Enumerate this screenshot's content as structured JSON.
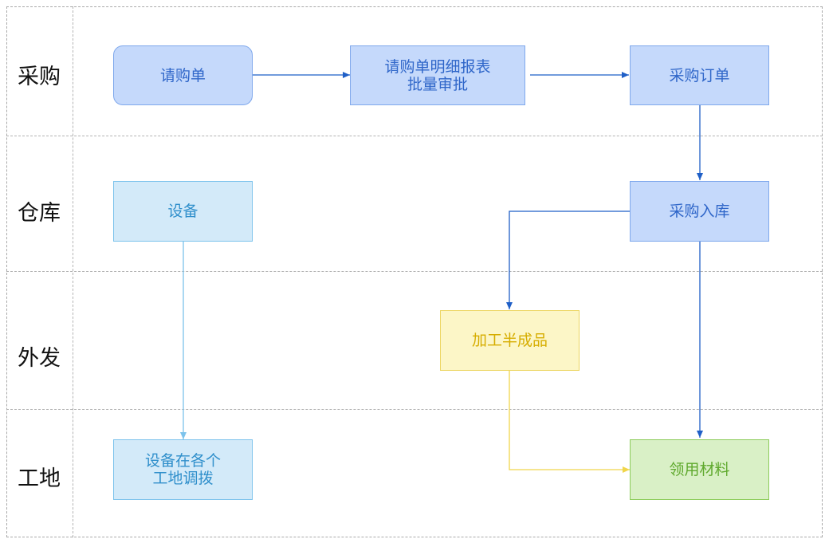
{
  "lanes": [
    {
      "label": "采购"
    },
    {
      "label": "仓库"
    },
    {
      "label": "外发"
    },
    {
      "label": "工地"
    }
  ],
  "nodes": {
    "purchase_requisition": "请购单",
    "requisition_report": "请购单明细报表\n批量审批",
    "purchase_order": "采购订单",
    "equipment": "设备",
    "purchase_inbound": "采购入库",
    "outsourced_semi": "加工半成品",
    "equipment_transfer": "设备在各个\n工地调拨",
    "material_requisition": "领用材料"
  },
  "colors": {
    "flow_blue": "#1f5fc7",
    "flow_sky": "#7dc3ec",
    "flow_yellow": "#f0d54a"
  }
}
